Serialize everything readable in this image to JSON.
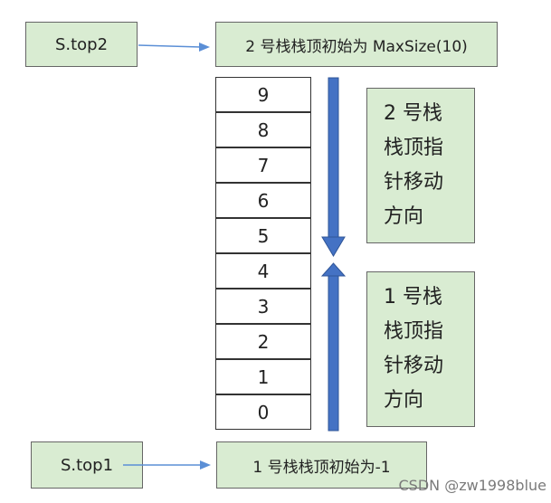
{
  "labels": {
    "top2": "S.top2",
    "top1": "S.top1"
  },
  "notes": {
    "stack2_init": "2 号栈栈顶初始为 MaxSize(10)",
    "stack1_init": "1 号栈栈顶初始为-1"
  },
  "directions": {
    "stack2_lines": [
      "2  号栈",
      "栈顶指",
      "针移动",
      "方向"
    ],
    "stack1_lines": [
      "1  号栈",
      "栈顶指",
      "针移动",
      "方向"
    ]
  },
  "cells": [
    "9",
    "8",
    "7",
    "6",
    "5",
    "4",
    "3",
    "2",
    "1",
    "0"
  ],
  "watermark": "CSDN @zw1998blue",
  "colors": {
    "box_fill": "#d9ecd2",
    "box_border": "#666666",
    "arrow_blue": "#4472c4",
    "pointer_line": "#5b8fd6"
  }
}
